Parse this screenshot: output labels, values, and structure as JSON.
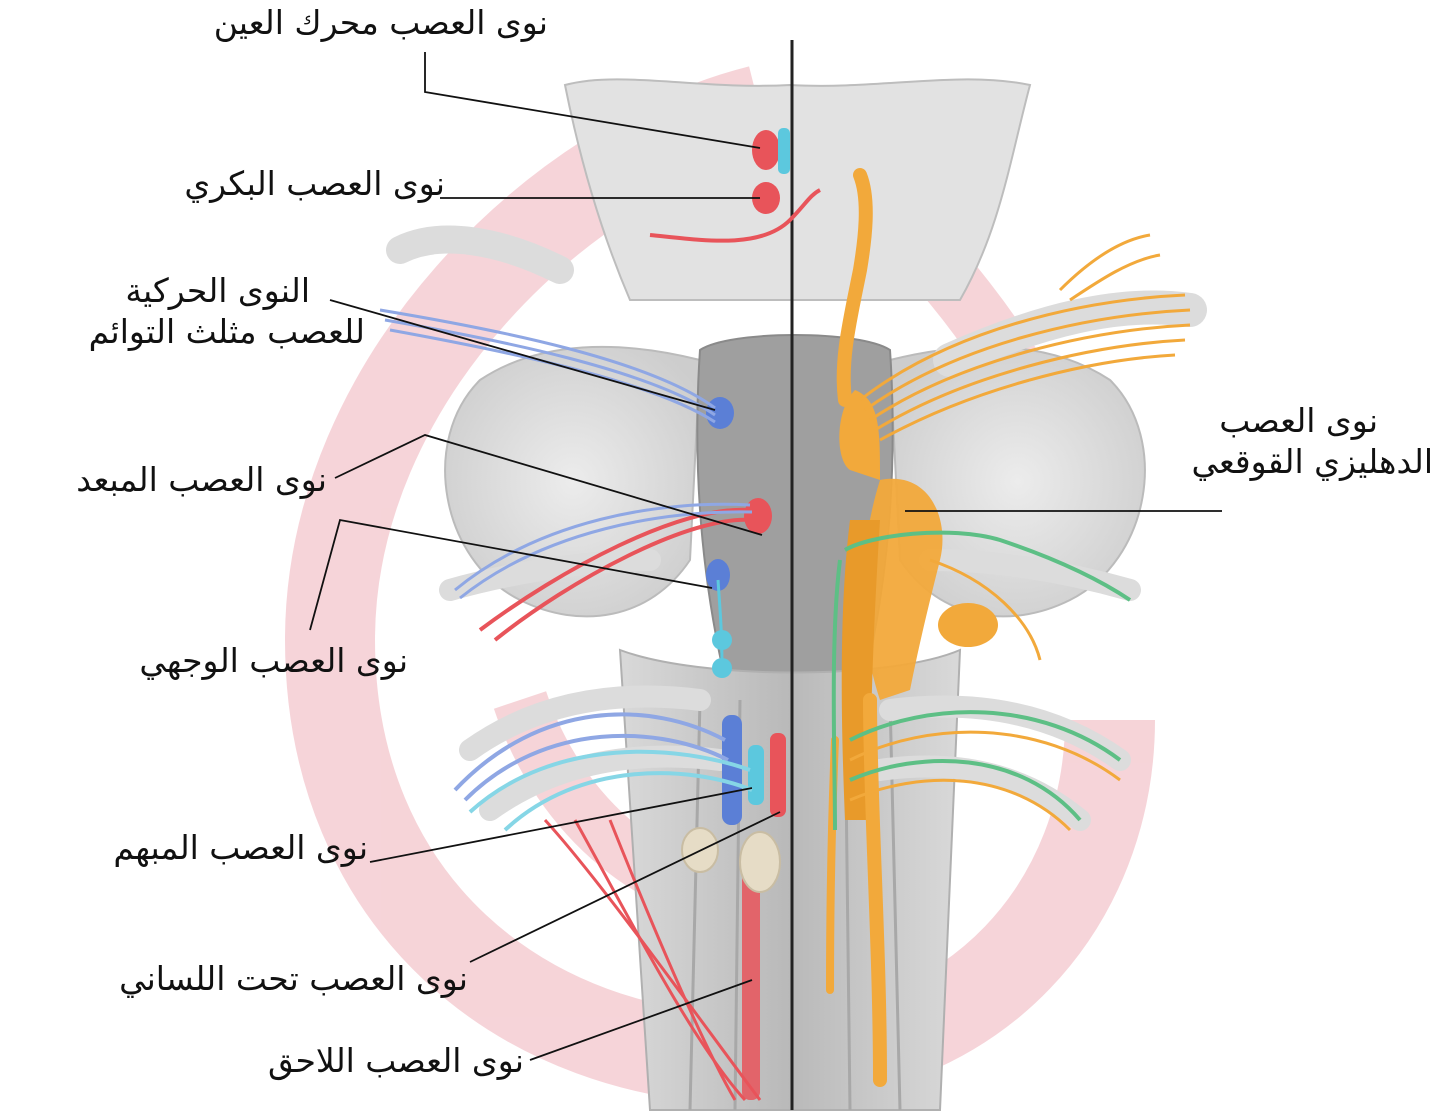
{
  "labels": {
    "oculomotor": "نوى العصب محرك العين",
    "trochlear": "نوى العصب البكري",
    "trigeminal_line1": "النوى الحركية",
    "trigeminal_line2": "للعصب مثلث التوائم",
    "abducens": "نوى العصب المبعد",
    "facial": "نوى العصب الوجهي",
    "vagus": "نوى العصب المبهم",
    "hypoglossal": "نوى العصب تحت اللساني",
    "accessory": "نوى العصب اللاحق",
    "vestibulocochlear_line1": "نوى العصب",
    "vestibulocochlear_line2": "الدهليزي القوقعي"
  },
  "colors": {
    "motor_red": "#e8545a",
    "motor_blue": "#5b7fd6",
    "cyan": "#5cc8de",
    "sensory_orange": "#f2a93b",
    "green": "#5dbf85",
    "watermark": "#f3c6cc",
    "brainstem_gray": "#cfcfcf"
  }
}
